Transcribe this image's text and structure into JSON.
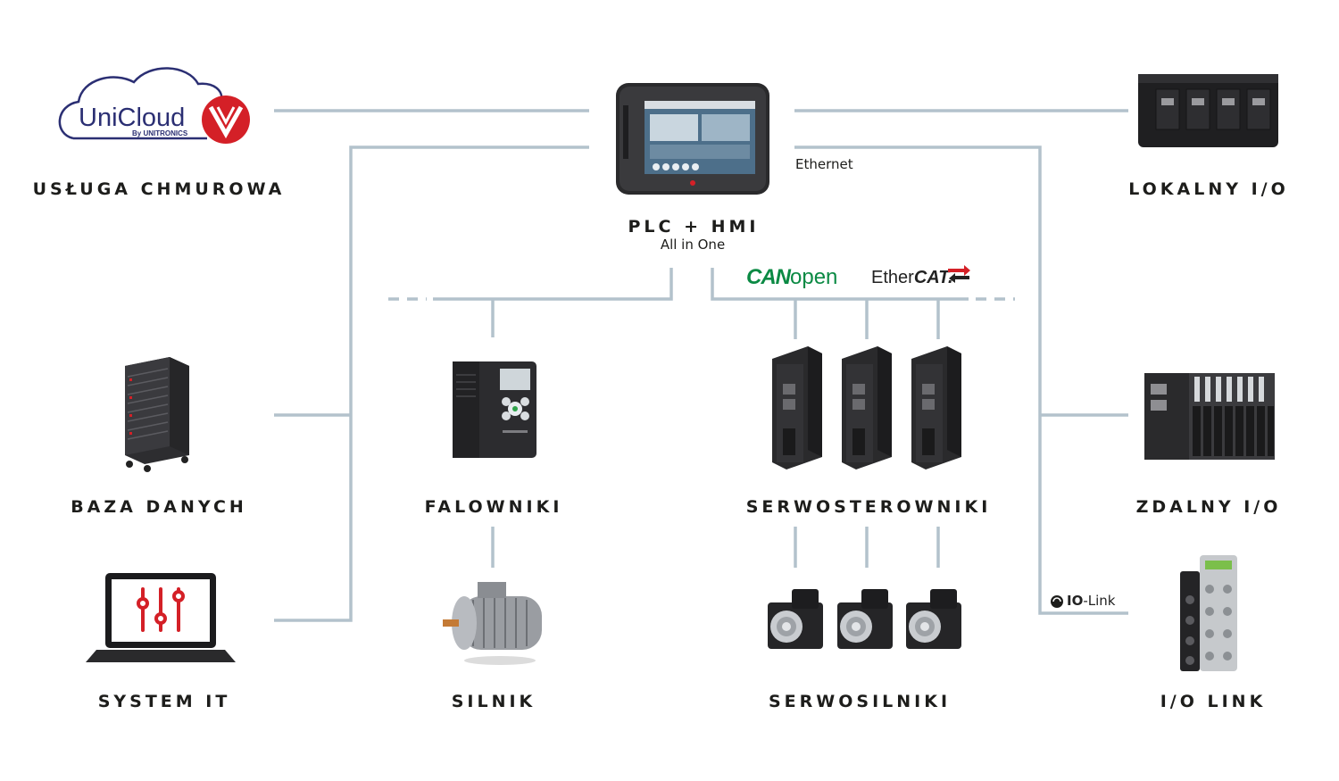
{
  "plc": {
    "title": "PLC + HMI",
    "subtitle": "All in One",
    "ethernet_label": "Ethernet"
  },
  "cloud": {
    "logo_text": "UniCloud",
    "logo_by": "By UNITRONICS",
    "label": "USŁUGA CHMUROWA"
  },
  "local_io": {
    "label": "LOKALNY I/O"
  },
  "database": {
    "label": "BAZA DANYCH"
  },
  "it_system": {
    "label": "SYSTEM IT"
  },
  "inverters": {
    "label": "FALOWNIKI"
  },
  "motor": {
    "label": "SILNIK"
  },
  "servo_drives": {
    "label": "SERWOSTEROWNIKI"
  },
  "servo_motors": {
    "label": "SERWOSILNIKI"
  },
  "remote_io": {
    "label": "ZDALNY I/O"
  },
  "io_link": {
    "label": "I/O LINK",
    "protocol_prefix": "IO",
    "protocol_suffix": "-Link"
  },
  "protocols": {
    "canopen_a": "CAN",
    "canopen_b": "open",
    "ethercat_a": "Ether",
    "ethercat_b": "CAT."
  },
  "colors": {
    "line": "#b3c2cc",
    "accent_red": "#d42027",
    "canopen_green": "#0b8a44"
  }
}
